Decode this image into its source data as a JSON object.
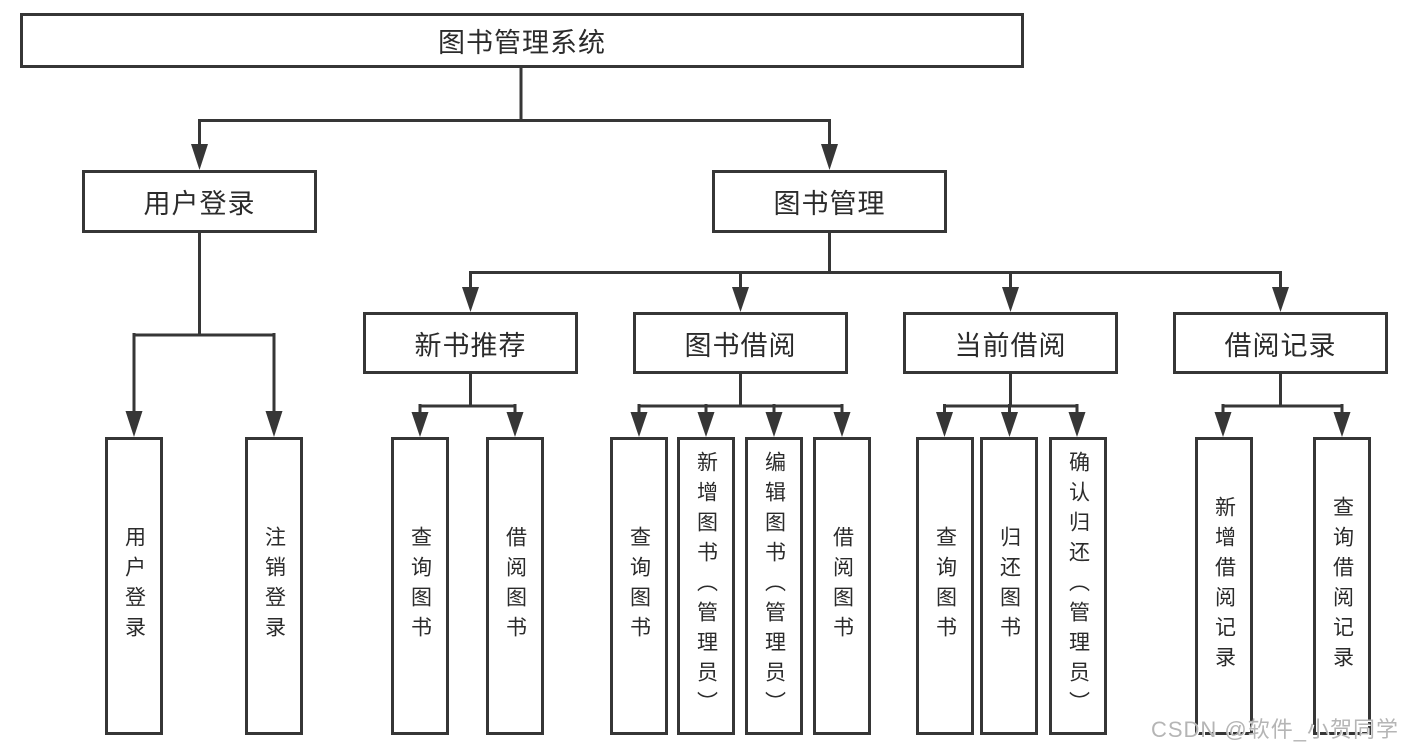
{
  "diagram": {
    "type": "tree",
    "root": {
      "label": "图书管理系统",
      "children": [
        {
          "label": "用户登录",
          "children": [
            {
              "label": "用户登录"
            },
            {
              "label": "注销登录"
            }
          ]
        },
        {
          "label": "图书管理",
          "children": [
            {
              "label": "新书推荐",
              "children": [
                {
                  "label": "查询图书"
                },
                {
                  "label": "借阅图书"
                }
              ]
            },
            {
              "label": "图书借阅",
              "children": [
                {
                  "label": "查询图书"
                },
                {
                  "label": "新增图书（管理员）"
                },
                {
                  "label": "编辑图书（管理员）"
                },
                {
                  "label": "借阅图书"
                }
              ]
            },
            {
              "label": "当前借阅",
              "children": [
                {
                  "label": "查询图书"
                },
                {
                  "label": "归还图书"
                },
                {
                  "label": "确认归还（管理员）"
                }
              ]
            },
            {
              "label": "借阅记录",
              "children": [
                {
                  "label": "新增借阅记录"
                },
                {
                  "label": "查询借阅记录"
                }
              ]
            }
          ]
        }
      ]
    }
  },
  "watermark": {
    "text": "CSDN @软件_小贺同学"
  },
  "colors": {
    "line": "#363636",
    "box_border": "#363636",
    "text": "#2b2b2b",
    "watermark": "#b5b5b5",
    "background": "#ffffff"
  }
}
